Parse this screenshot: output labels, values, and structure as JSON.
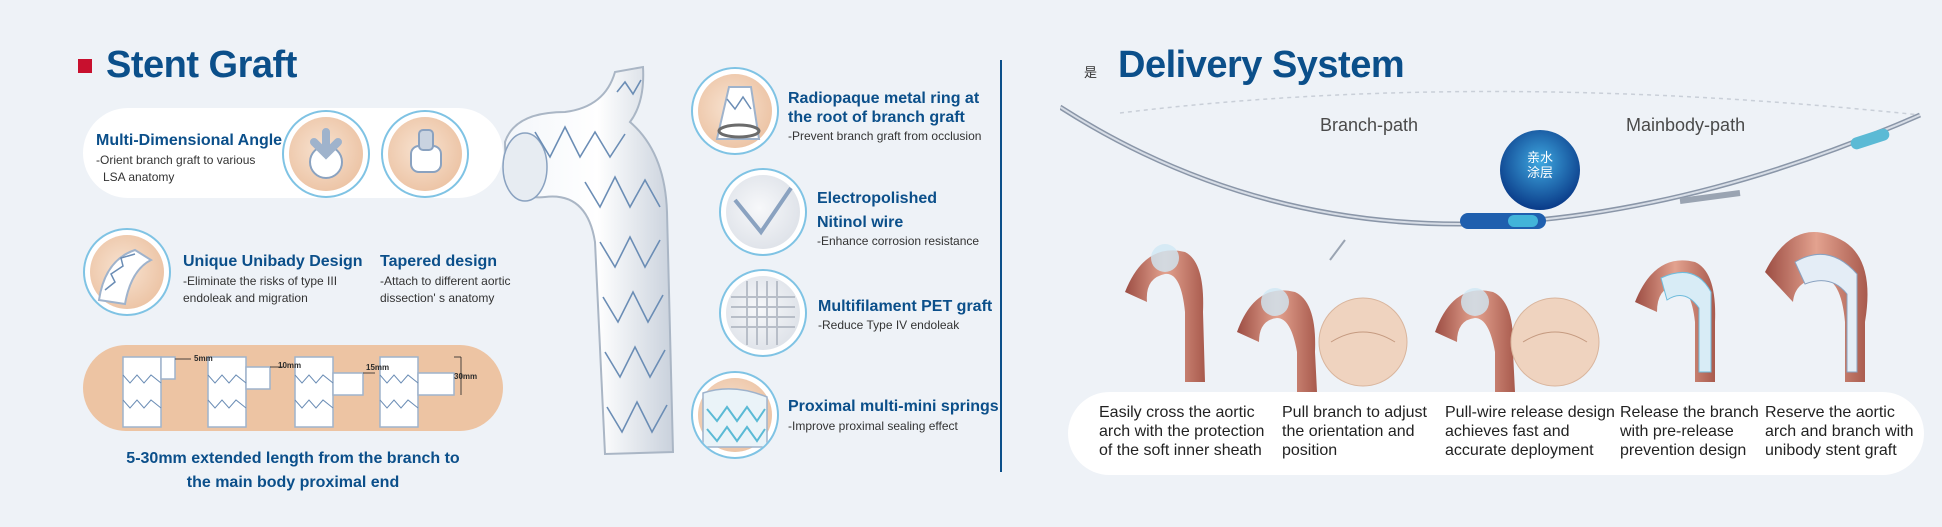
{
  "left": {
    "title": "Stent Graft",
    "features": {
      "multi_angle": {
        "title": "Multi-Dimensional Angle",
        "desc_1": "-Orient branch graft to various",
        "desc_2": "LSA anatomy"
      },
      "unibody": {
        "title": "Unique Unibady Design",
        "desc_1": "-Eliminate the risks of type III",
        "desc_2": "endoleak and migration"
      },
      "tapered": {
        "title": "Tapered design",
        "desc_1": "-Attach to different aortic",
        "desc_2": "dissection' s anatomy"
      },
      "radiopaque": {
        "title_1": "Radiopaque metal ring at",
        "title_2": "the root of branch graft",
        "desc": "-Prevent branch graft from occlusion"
      },
      "electropolished": {
        "title_1": "Electropolished",
        "title_2": "Nitinol wire",
        "desc": "-Enhance corrosion resistance"
      },
      "pet": {
        "title": "Multifilament PET graft",
        "desc": "-Reduce Type IV endoleak"
      },
      "springs": {
        "title": "Proximal multi-mini springs",
        "desc": "-Improve proximal sealing effect"
      }
    },
    "extension_sizes": [
      "5mm",
      "10mm",
      "15mm",
      "30mm"
    ],
    "extension_caption_1": "5-30mm extended length from the branch to",
    "extension_caption_2": "the main body proximal end"
  },
  "right": {
    "marker": "是",
    "title": "Delivery System",
    "branch_path": "Branch-path",
    "mainbody_path": "Mainbody-path",
    "badge_line_1": "亲水",
    "badge_line_2": "涂层",
    "steps": [
      {
        "line_1": "Easily cross the aortic",
        "line_2": "arch with the protection",
        "line_3": "of the soft inner sheath"
      },
      {
        "line_1": "Pull branch to adjust",
        "line_2": "the orientation and",
        "line_3": "position"
      },
      {
        "line_1": "Pull-wire release design",
        "line_2": "achieves fast and",
        "line_3": "accurate deployment"
      },
      {
        "line_1": "Release the branch",
        "line_2": "with pre-release",
        "line_3": "prevention design"
      },
      {
        "line_1": "Reserve the aortic",
        "line_2": "arch and branch with",
        "line_3": "unibody stent graft"
      }
    ]
  },
  "colors": {
    "brand_blue": "#0b4f8a",
    "accent_red": "#c8102e",
    "skin": "#edc4a3",
    "ring": "#7fc3e4"
  }
}
